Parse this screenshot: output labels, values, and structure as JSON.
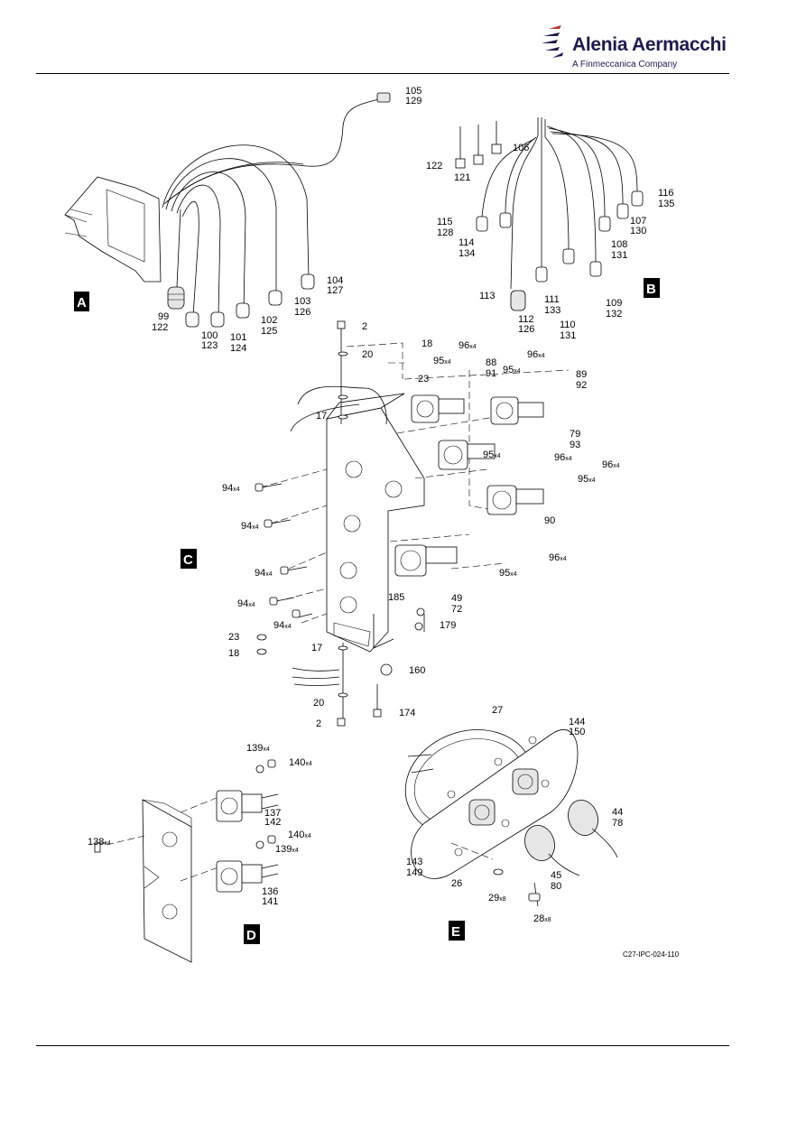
{
  "header": {
    "brand_name": "Alenia Aermacchi",
    "brand_tagline": "A Finmeccanica Company"
  },
  "figure": {
    "reference": "C27-IPC-024-110",
    "views": [
      "A",
      "B",
      "C",
      "D",
      "E"
    ],
    "callouts": [
      {
        "id": "c105",
        "text": "105"
      },
      {
        "id": "c129",
        "text": "129"
      },
      {
        "id": "c106",
        "text": "106"
      },
      {
        "id": "c122b",
        "text": "122"
      },
      {
        "id": "c121",
        "text": "121"
      },
      {
        "id": "c116",
        "text": "116"
      },
      {
        "id": "c135",
        "text": "135"
      },
      {
        "id": "c107",
        "text": "107"
      },
      {
        "id": "c130",
        "text": "130"
      },
      {
        "id": "c115",
        "text": "115"
      },
      {
        "id": "c128",
        "text": "128"
      },
      {
        "id": "c114",
        "text": "114"
      },
      {
        "id": "c134",
        "text": "134"
      },
      {
        "id": "c108",
        "text": "108"
      },
      {
        "id": "c131a",
        "text": "131"
      },
      {
        "id": "c113",
        "text": "113"
      },
      {
        "id": "c111",
        "text": "111"
      },
      {
        "id": "c133",
        "text": "133"
      },
      {
        "id": "c109",
        "text": "109"
      },
      {
        "id": "c132",
        "text": "132"
      },
      {
        "id": "c112",
        "text": "112"
      },
      {
        "id": "c126b",
        "text": "126"
      },
      {
        "id": "c110",
        "text": "110"
      },
      {
        "id": "c131b",
        "text": "131"
      },
      {
        "id": "c104",
        "text": "104"
      },
      {
        "id": "c127",
        "text": "127"
      },
      {
        "id": "c103",
        "text": "103"
      },
      {
        "id": "c126a",
        "text": "126"
      },
      {
        "id": "c102",
        "text": "102"
      },
      {
        "id": "c125",
        "text": "125"
      },
      {
        "id": "c99",
        "text": "99"
      },
      {
        "id": "c122a",
        "text": "122"
      },
      {
        "id": "c100",
        "text": "100"
      },
      {
        "id": "c123",
        "text": "123"
      },
      {
        "id": "c101",
        "text": "101"
      },
      {
        "id": "c124",
        "text": "124"
      },
      {
        "id": "c2a",
        "text": "2"
      },
      {
        "id": "c20a",
        "text": "20"
      },
      {
        "id": "c18a",
        "text": "18"
      },
      {
        "id": "c23a",
        "text": "23"
      },
      {
        "id": "c96a",
        "text": "96",
        "sub": "x4"
      },
      {
        "id": "c95a",
        "text": "95",
        "sub": "x4"
      },
      {
        "id": "c88",
        "text": "88"
      },
      {
        "id": "c91",
        "text": "91"
      },
      {
        "id": "c96b",
        "text": "96",
        "sub": "x4"
      },
      {
        "id": "c95b",
        "text": "95",
        "sub": "x4"
      },
      {
        "id": "c89",
        "text": "89"
      },
      {
        "id": "c92",
        "text": "92"
      },
      {
        "id": "c17a",
        "text": "17"
      },
      {
        "id": "c79",
        "text": "79"
      },
      {
        "id": "c93",
        "text": "93"
      },
      {
        "id": "c95c",
        "text": "95",
        "sub": "x4"
      },
      {
        "id": "c96c",
        "text": "96",
        "sub": "x4"
      },
      {
        "id": "c96d",
        "text": "96",
        "sub": "x4"
      },
      {
        "id": "c95d",
        "text": "95",
        "sub": "x4"
      },
      {
        "id": "c90",
        "text": "90"
      },
      {
        "id": "c94a",
        "text": "94",
        "sub": "x4"
      },
      {
        "id": "c94b",
        "text": "94",
        "sub": "x4"
      },
      {
        "id": "c94c",
        "text": "94",
        "sub": "x4"
      },
      {
        "id": "c94d",
        "text": "94",
        "sub": "x4"
      },
      {
        "id": "c94e",
        "text": "94",
        "sub": "x4"
      },
      {
        "id": "c96e",
        "text": "96",
        "sub": "x4"
      },
      {
        "id": "c95e",
        "text": "95",
        "sub": "x4"
      },
      {
        "id": "c49",
        "text": "49"
      },
      {
        "id": "c72",
        "text": "72"
      },
      {
        "id": "c185",
        "text": "185"
      },
      {
        "id": "c179",
        "text": "179"
      },
      {
        "id": "c23b",
        "text": "23"
      },
      {
        "id": "c18b",
        "text": "18"
      },
      {
        "id": "c17b",
        "text": "17"
      },
      {
        "id": "c160",
        "text": "160"
      },
      {
        "id": "c20b",
        "text": "20"
      },
      {
        "id": "c174",
        "text": "174"
      },
      {
        "id": "c2b",
        "text": "2"
      },
      {
        "id": "c27",
        "text": "27"
      },
      {
        "id": "c144",
        "text": "144"
      },
      {
        "id": "c150",
        "text": "150"
      },
      {
        "id": "c139a",
        "text": "139",
        "sub": "x4"
      },
      {
        "id": "c140a",
        "text": "140",
        "sub": "x4"
      },
      {
        "id": "c137",
        "text": "137"
      },
      {
        "id": "c142",
        "text": "142"
      },
      {
        "id": "c138",
        "text": "138",
        "sub": "x4"
      },
      {
        "id": "c140b",
        "text": "140",
        "sub": "x4"
      },
      {
        "id": "c139b",
        "text": "139",
        "sub": "x4"
      },
      {
        "id": "c136",
        "text": "136"
      },
      {
        "id": "c141",
        "text": "141"
      },
      {
        "id": "c44",
        "text": "44"
      },
      {
        "id": "c78",
        "text": "78"
      },
      {
        "id": "c143",
        "text": "143"
      },
      {
        "id": "c149",
        "text": "149"
      },
      {
        "id": "c26",
        "text": "26"
      },
      {
        "id": "c45",
        "text": "45"
      },
      {
        "id": "c80",
        "text": "80"
      },
      {
        "id": "c29",
        "text": "29",
        "sub": "x8"
      },
      {
        "id": "c28",
        "text": "28",
        "sub": "x8"
      }
    ]
  }
}
